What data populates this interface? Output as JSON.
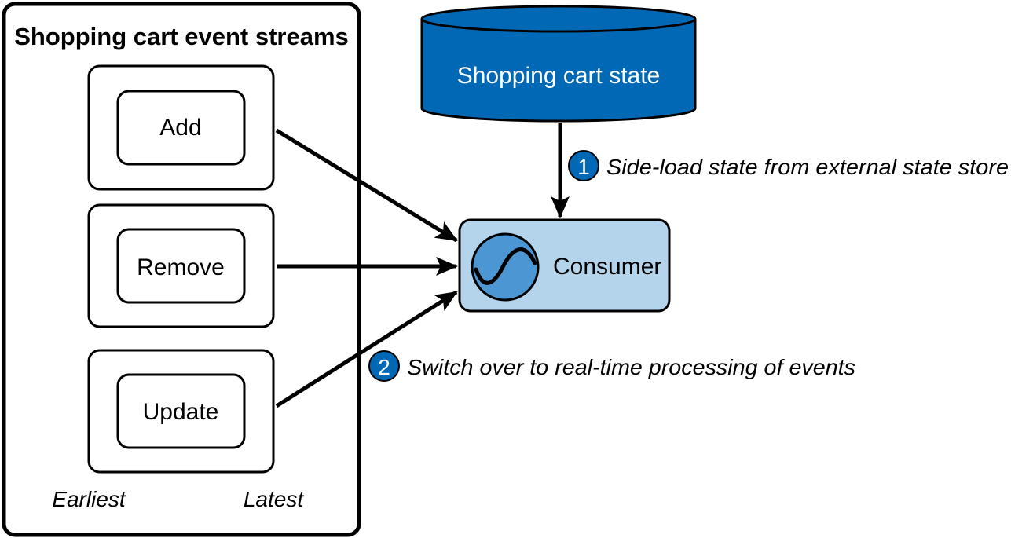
{
  "diagram": {
    "container": {
      "title": "Shopping cart event streams",
      "streams": [
        {
          "label": "Add"
        },
        {
          "label": "Remove"
        },
        {
          "label": "Update"
        }
      ],
      "earliest_label": "Earliest",
      "latest_label": "Latest"
    },
    "state_store": {
      "label": "Shopping cart state"
    },
    "consumer": {
      "label": "Consumer",
      "icon": "wave-icon"
    },
    "steps": [
      {
        "number": "1",
        "text": "Side-load state from external state store"
      },
      {
        "number": "2",
        "text": "Switch over to real-time processing of events"
      }
    ],
    "colors": {
      "state_store_fill": "#0068b5",
      "consumer_fill": "#b4d4ec",
      "consumer_icon_fill": "#4c97d3",
      "step_badge_fill": "#0068b5",
      "stroke": "#000000"
    }
  }
}
